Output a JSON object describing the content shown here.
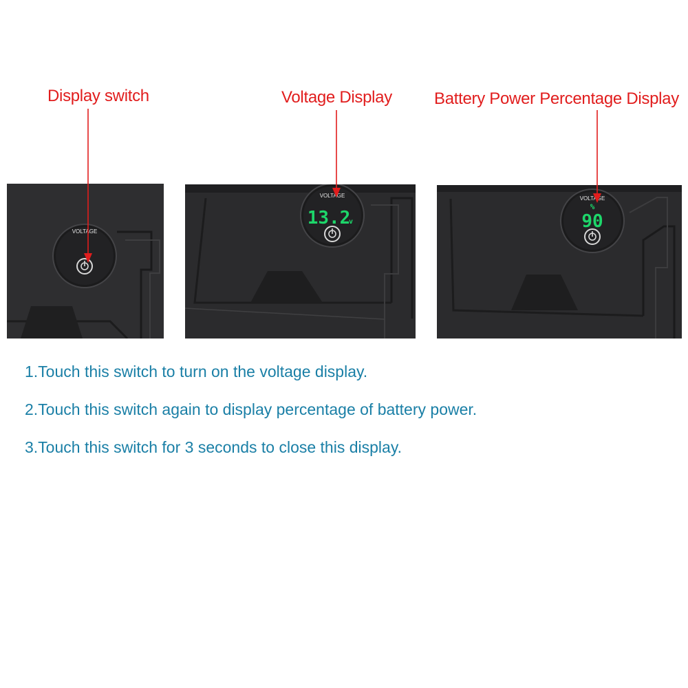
{
  "panels": [
    {
      "caption": "Display switch",
      "badge_label": "VOLTAGE",
      "display_value": "",
      "display_unit": "",
      "display_top": ""
    },
    {
      "caption": "Voltage Display",
      "badge_label": "VOLTAGE",
      "display_value": "13.2",
      "display_unit": "v",
      "display_top": ""
    },
    {
      "caption": "Battery Power Percentage Display",
      "badge_label": "VOLTAGE",
      "display_value": "90",
      "display_unit": "",
      "display_top": "%"
    }
  ],
  "instructions": [
    "1.Touch this switch to turn on the voltage display.",
    "2.Touch this switch again to display percentage of battery power.",
    "3.Touch this switch for 3 seconds to close this display."
  ],
  "colors": {
    "caption": "#e11d1d",
    "instruction": "#1a7fa6",
    "display_digits": "#1dd66a",
    "panel_bg": "#2b2b2d"
  },
  "icons": [
    "power-icon",
    "arrow-down-icon"
  ]
}
